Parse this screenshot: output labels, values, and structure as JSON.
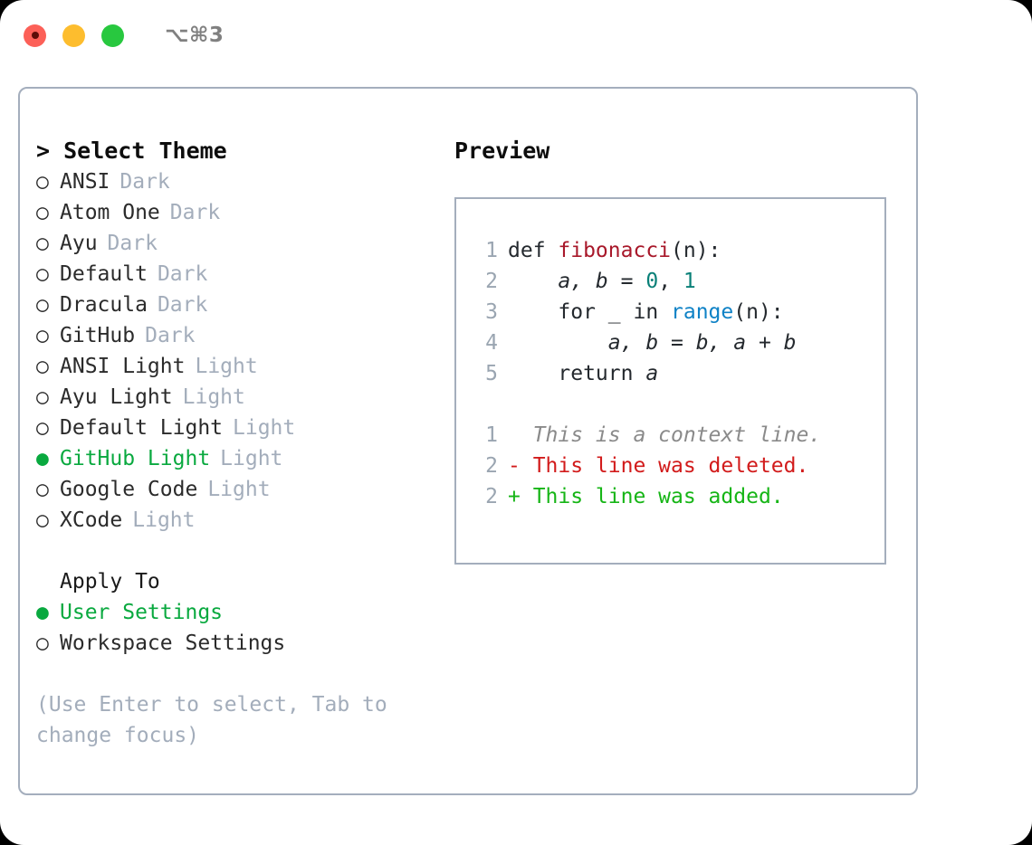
{
  "titlebar": {
    "shortcut": "⌥⌘3",
    "buttons": [
      "close",
      "minimize",
      "maximize"
    ]
  },
  "theme_panel": {
    "heading": "> Select Theme",
    "marker_unselected": "○",
    "marker_selected": "●",
    "items": [
      {
        "label": "ANSI",
        "badge": "Dark",
        "selected": false
      },
      {
        "label": "Atom One",
        "badge": "Dark",
        "selected": false
      },
      {
        "label": "Ayu",
        "badge": "Dark",
        "selected": false
      },
      {
        "label": "Default",
        "badge": "Dark",
        "selected": false
      },
      {
        "label": "Dracula",
        "badge": "Dark",
        "selected": false
      },
      {
        "label": "GitHub",
        "badge": "Dark",
        "selected": false
      },
      {
        "label": "ANSI Light",
        "badge": "Light",
        "selected": false
      },
      {
        "label": "Ayu Light",
        "badge": "Light",
        "selected": false
      },
      {
        "label": "Default Light",
        "badge": "Light",
        "selected": false
      },
      {
        "label": "GitHub Light",
        "badge": "Light",
        "selected": true
      },
      {
        "label": "Google Code",
        "badge": "Light",
        "selected": false
      },
      {
        "label": "XCode",
        "badge": "Light",
        "selected": false
      }
    ]
  },
  "apply_to": {
    "heading": "Apply To",
    "options": [
      {
        "label": "User Settings",
        "selected": true
      },
      {
        "label": "Workspace Settings",
        "selected": false
      }
    ]
  },
  "hint": "(Use Enter to select, Tab to change focus)",
  "preview": {
    "heading": "Preview",
    "code_lines": [
      {
        "no": "1",
        "tokens": [
          {
            "text": "def ",
            "type": "plain"
          },
          {
            "text": "fibonacci",
            "type": "fn"
          },
          {
            "text": "(n):",
            "type": "plain"
          }
        ]
      },
      {
        "no": "2",
        "tokens": [
          {
            "text": "    ",
            "type": "plain"
          },
          {
            "text": "a, b",
            "type": "var"
          },
          {
            "text": " = ",
            "type": "plain"
          },
          {
            "text": "0",
            "type": "num"
          },
          {
            "text": ", ",
            "type": "plain"
          },
          {
            "text": "1",
            "type": "num"
          }
        ]
      },
      {
        "no": "3",
        "tokens": [
          {
            "text": "    for _ in ",
            "type": "plain"
          },
          {
            "text": "range",
            "type": "builtin"
          },
          {
            "text": "(n):",
            "type": "plain"
          }
        ]
      },
      {
        "no": "4",
        "tokens": [
          {
            "text": "        ",
            "type": "plain"
          },
          {
            "text": "a, b",
            "type": "var"
          },
          {
            "text": " = ",
            "type": "plain"
          },
          {
            "text": "b, a + b",
            "type": "var"
          }
        ]
      },
      {
        "no": "5",
        "tokens": [
          {
            "text": "    return ",
            "type": "plain"
          },
          {
            "text": "a",
            "type": "var"
          }
        ]
      }
    ],
    "diff_lines": [
      {
        "no": "1",
        "sign": " ",
        "text": " This is a context line.",
        "kind": "ctx"
      },
      {
        "no": "2",
        "sign": "-",
        "text": " This line was deleted.",
        "kind": "del"
      },
      {
        "no": "2",
        "sign": "+",
        "text": " This line was added.",
        "kind": "add"
      }
    ]
  },
  "colors": {
    "accent_green": "#09a93f",
    "border": "#a4aebd",
    "muted": "#a3adbb",
    "fn_red": "#a8182a",
    "num_teal": "#0a8078",
    "builtin_blue": "#0f82c6",
    "diff_del": "#d21b1b",
    "diff_add": "#16b516"
  }
}
